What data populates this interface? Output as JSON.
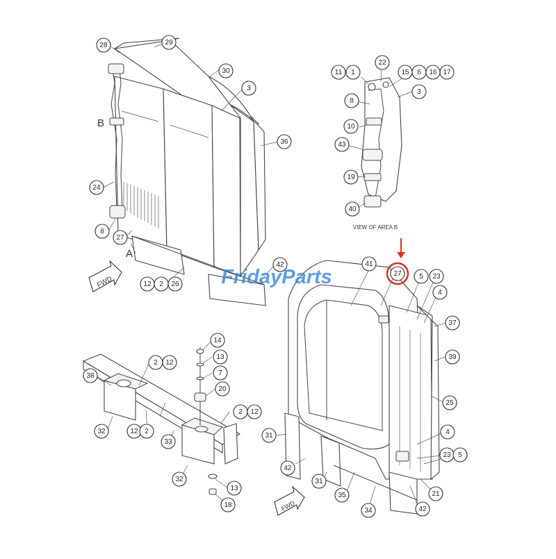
{
  "watermark": {
    "text": "FridayParts",
    "color": "#3a86d8",
    "accent": "#f2a21b"
  },
  "highlight": {
    "callout": "27",
    "color": "#d9301c"
  },
  "labels": {
    "area_b": "B",
    "area_a": "A",
    "view_caption": "VIEW OF AREA B",
    "fwd_top": "FWD",
    "fwd_bottom": "FWD"
  },
  "callouts": [
    "28",
    "29",
    "30",
    "3",
    "36",
    "24",
    "8",
    "27",
    "12",
    "2",
    "26",
    "42",
    "11",
    "1",
    "22",
    "15",
    "6",
    "16",
    "17",
    "3",
    "8",
    "10",
    "43",
    "19",
    "40",
    "41",
    "27",
    "5",
    "23",
    "4",
    "37",
    "39",
    "25",
    "4",
    "23",
    "5",
    "21",
    "31",
    "42",
    "31",
    "35",
    "34",
    "42",
    "14",
    "13",
    "7",
    "20",
    "38",
    "2",
    "12",
    "32",
    "12",
    "2",
    "33",
    "2",
    "12",
    "32",
    "13",
    "18"
  ]
}
